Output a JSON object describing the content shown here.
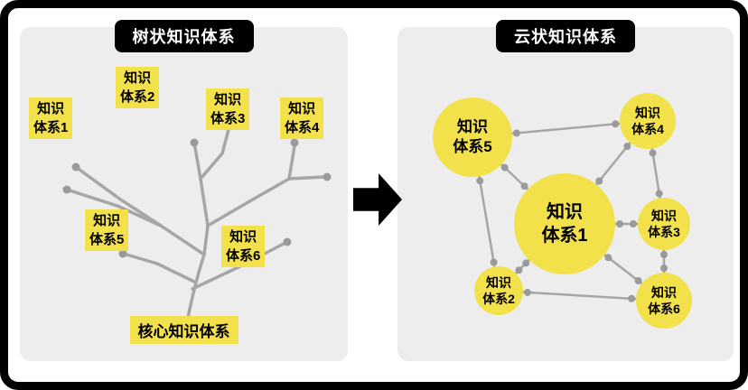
{
  "colors": {
    "yellow": "#F2E14B",
    "line_gray": "#A6A6A6",
    "dot_gray": "#9A9A9A",
    "panel_bg": "#EDEDED",
    "pill_bg": "#000000",
    "pill_text": "#FFFFFF"
  },
  "left": {
    "title": "树状知识体系",
    "labels": {
      "l1": "知识\n体系1",
      "l2": "知识\n体系2",
      "l3": "知识\n体系3",
      "l4": "知识\n体系4",
      "l5": "知识\n体系5",
      "l6": "知识\n体系6"
    },
    "core": "核心知识体系"
  },
  "right": {
    "title": "云状知识体系",
    "nodes": [
      {
        "id": "n1",
        "text": "知识\n体系1"
      },
      {
        "id": "n2",
        "text": "知识\n体系2"
      },
      {
        "id": "n3",
        "text": "知识\n体系3"
      },
      {
        "id": "n4",
        "text": "知识\n体系4"
      },
      {
        "id": "n5",
        "text": "知识\n体系5"
      },
      {
        "id": "n6",
        "text": "知识\n体系6"
      }
    ],
    "edges": [
      [
        "n5",
        "n1"
      ],
      [
        "n5",
        "n4"
      ],
      [
        "n5",
        "n2"
      ],
      [
        "n1",
        "n4"
      ],
      [
        "n1",
        "n3"
      ],
      [
        "n1",
        "n6"
      ],
      [
        "n1",
        "n2"
      ],
      [
        "n4",
        "n3"
      ],
      [
        "n3",
        "n6"
      ],
      [
        "n2",
        "n6"
      ]
    ]
  }
}
